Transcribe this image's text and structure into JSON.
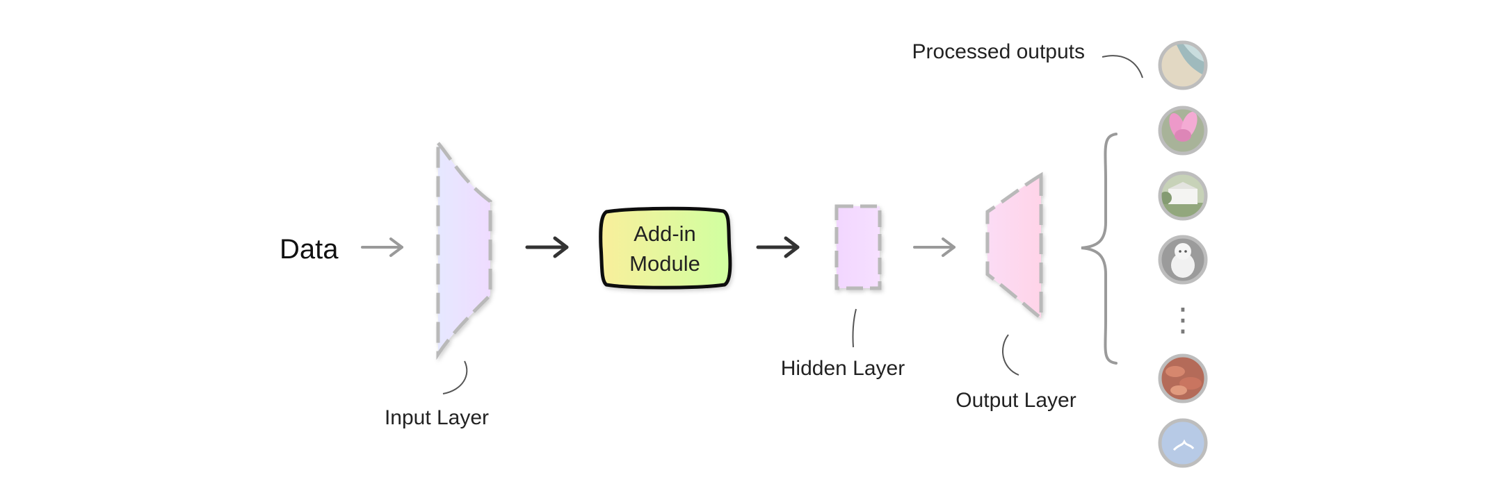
{
  "labels": {
    "data": "Data",
    "input_layer": "Input Layer",
    "addin_line1": "Add-in",
    "addin_line2": "Module",
    "hidden_layer": "Hidden Layer",
    "output_layer": "Output Layer",
    "processed_outputs": "Processed outputs",
    "ellipsis": "⋮"
  },
  "colors": {
    "input_layer_fill": "#e3e0ff",
    "hidden_layer_fill": "#f3d8ff",
    "output_layer_fill": "#ffd8ef",
    "addin_fill_start": "#f7f29a",
    "addin_fill_end": "#d2ffa0",
    "dash_stroke": "#b9b9b9",
    "arrow_light": "#9a9a9a",
    "arrow_dark": "#333333",
    "annotation_line": "#555555"
  },
  "output_thumbnails": [
    {
      "name": "coast-thumbnail"
    },
    {
      "name": "flower-thumbnail"
    },
    {
      "name": "building-thumbnail"
    },
    {
      "name": "dog-thumbnail"
    },
    {
      "name": "food-thumbnail"
    },
    {
      "name": "bird-sky-thumbnail"
    }
  ]
}
